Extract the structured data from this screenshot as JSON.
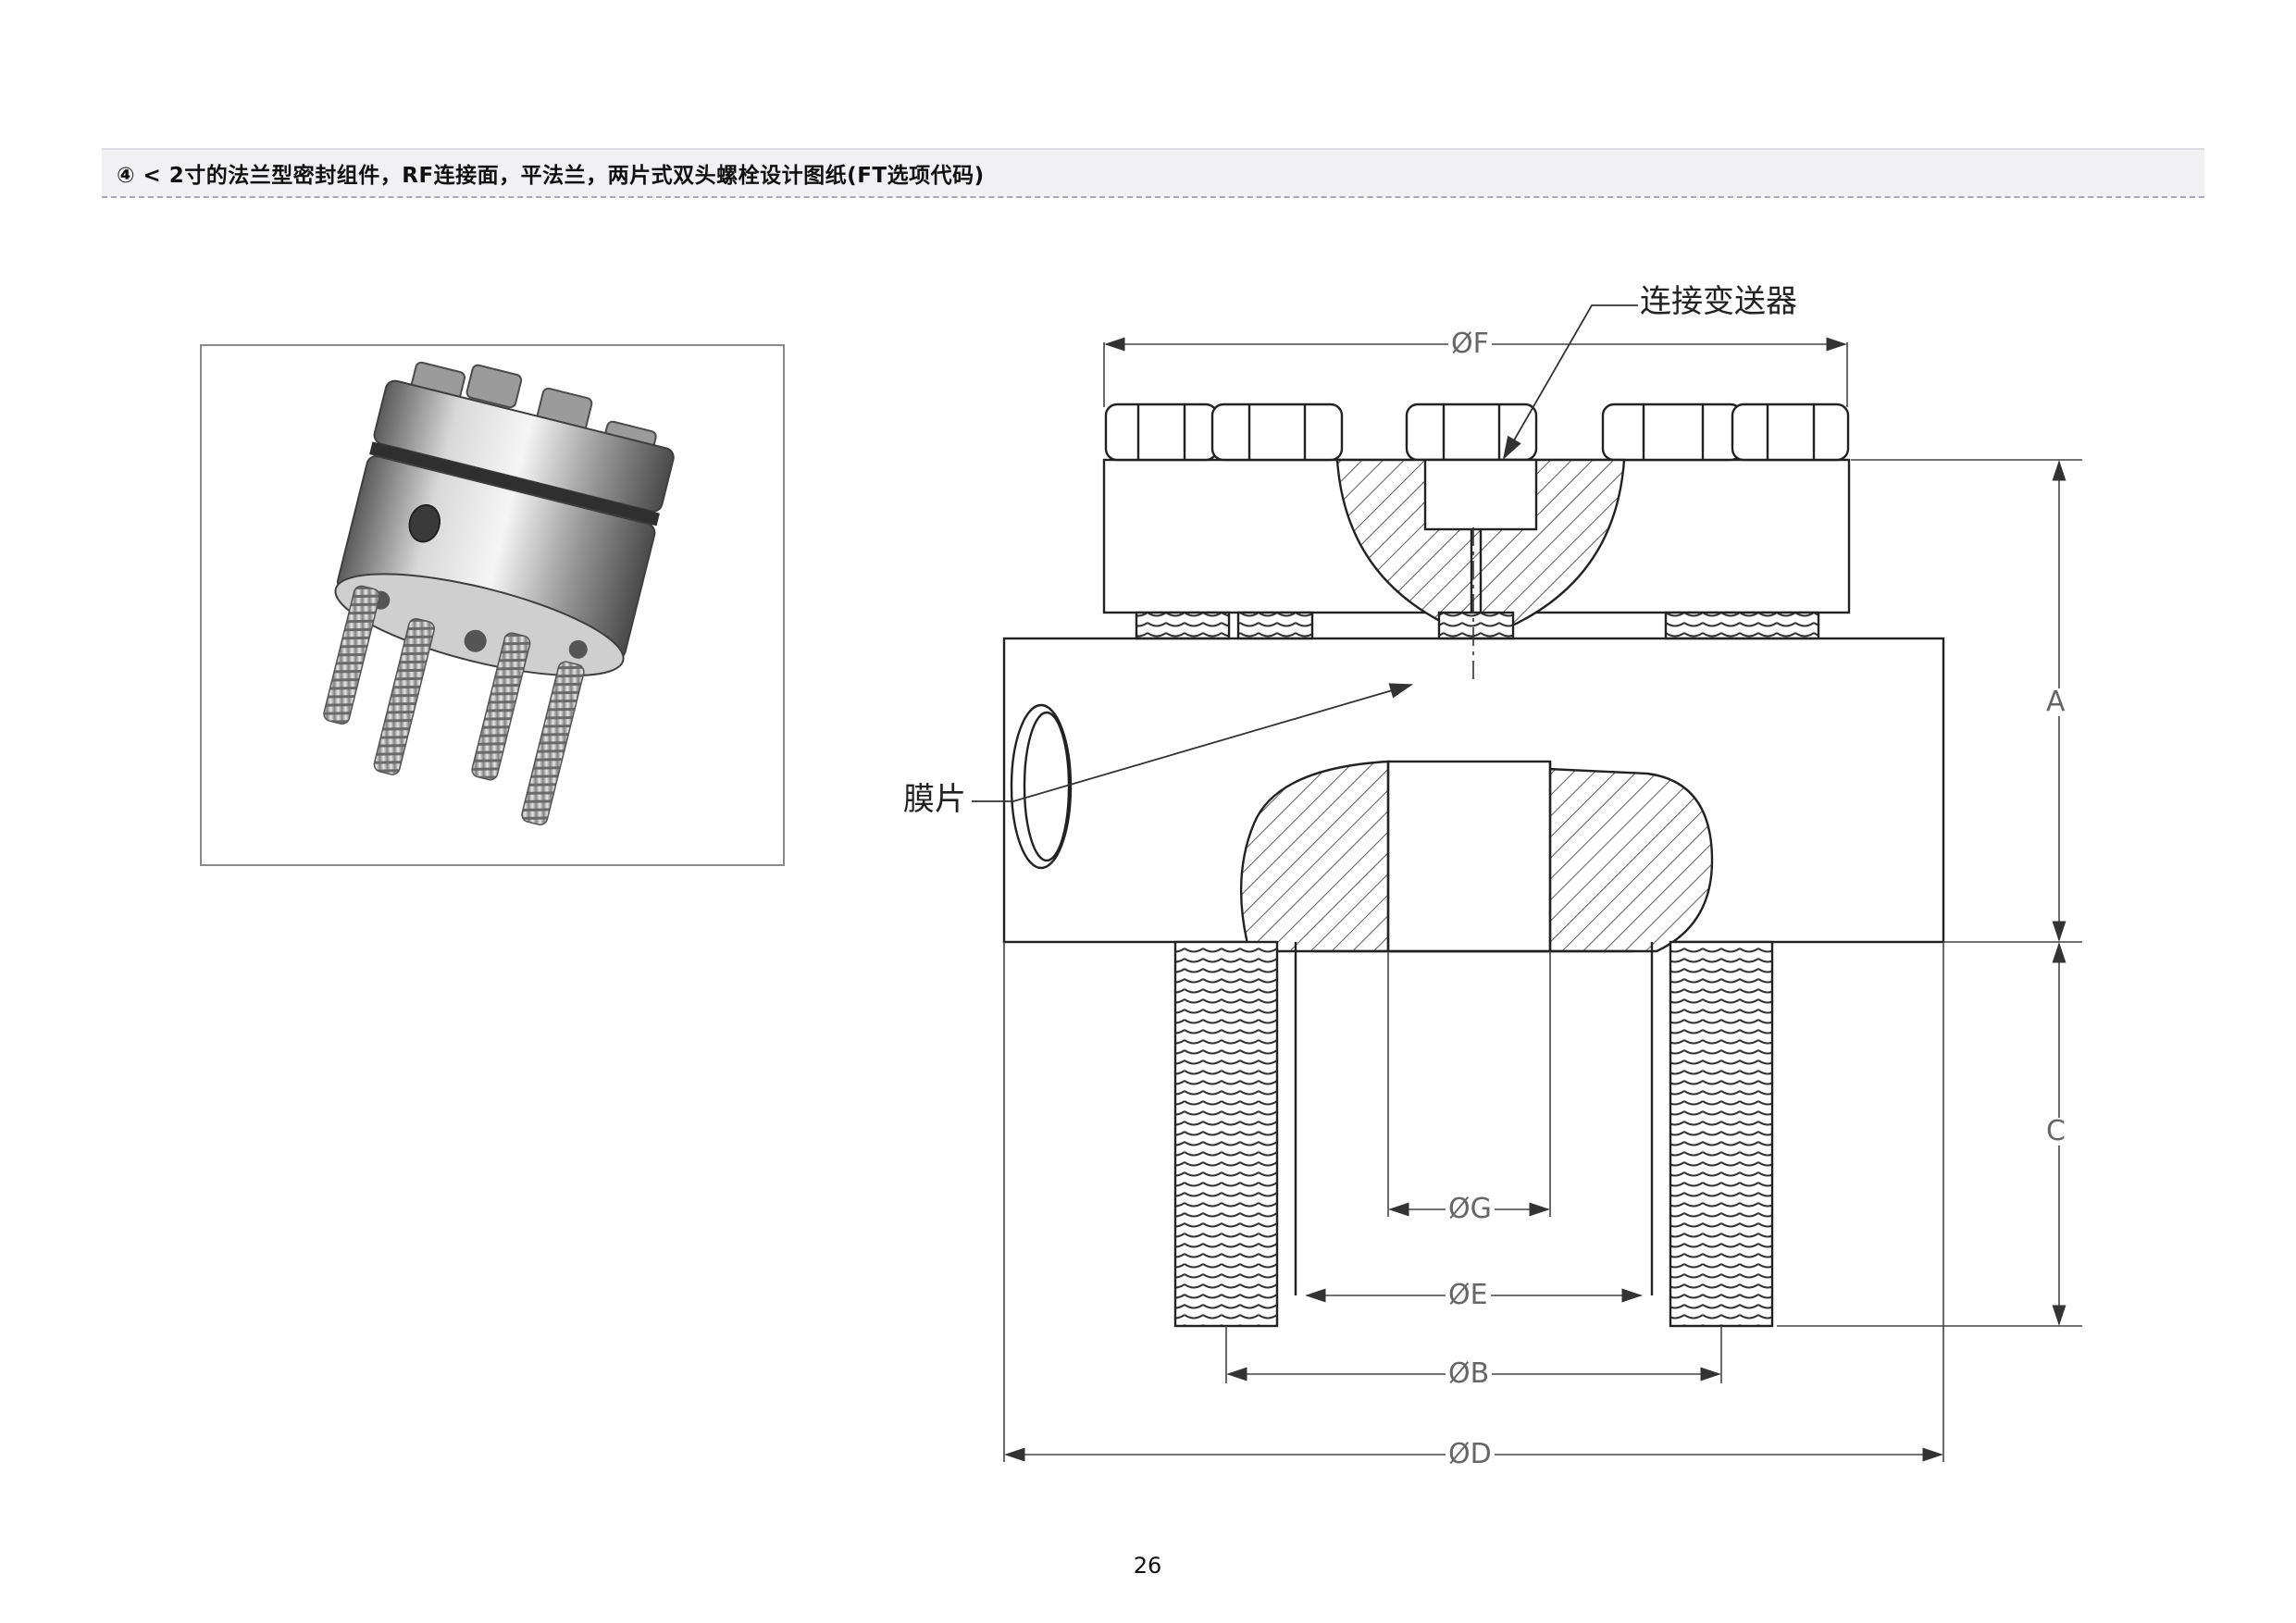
{
  "header": {
    "caption": "④ < 2寸的法兰型密封组件，RF连接面，平法兰，两片式双头螺栓设计图纸(FT选项代码)"
  },
  "photo": {
    "icon": "flange-seal-assembly-photo"
  },
  "drawing": {
    "callout_transmitter": "连接变送器",
    "callout_diaphragm": "膜片",
    "dim_F": "ØF",
    "dim_A": "A",
    "dim_C": "C",
    "dim_G": "ØG",
    "dim_E": "ØE",
    "dim_B": "ØB",
    "dim_D": "ØD"
  },
  "footer": {
    "page_number": "26"
  },
  "colors": {
    "line": "#222222",
    "dimension": "#444444",
    "header_bg": "#f1f1f3"
  }
}
